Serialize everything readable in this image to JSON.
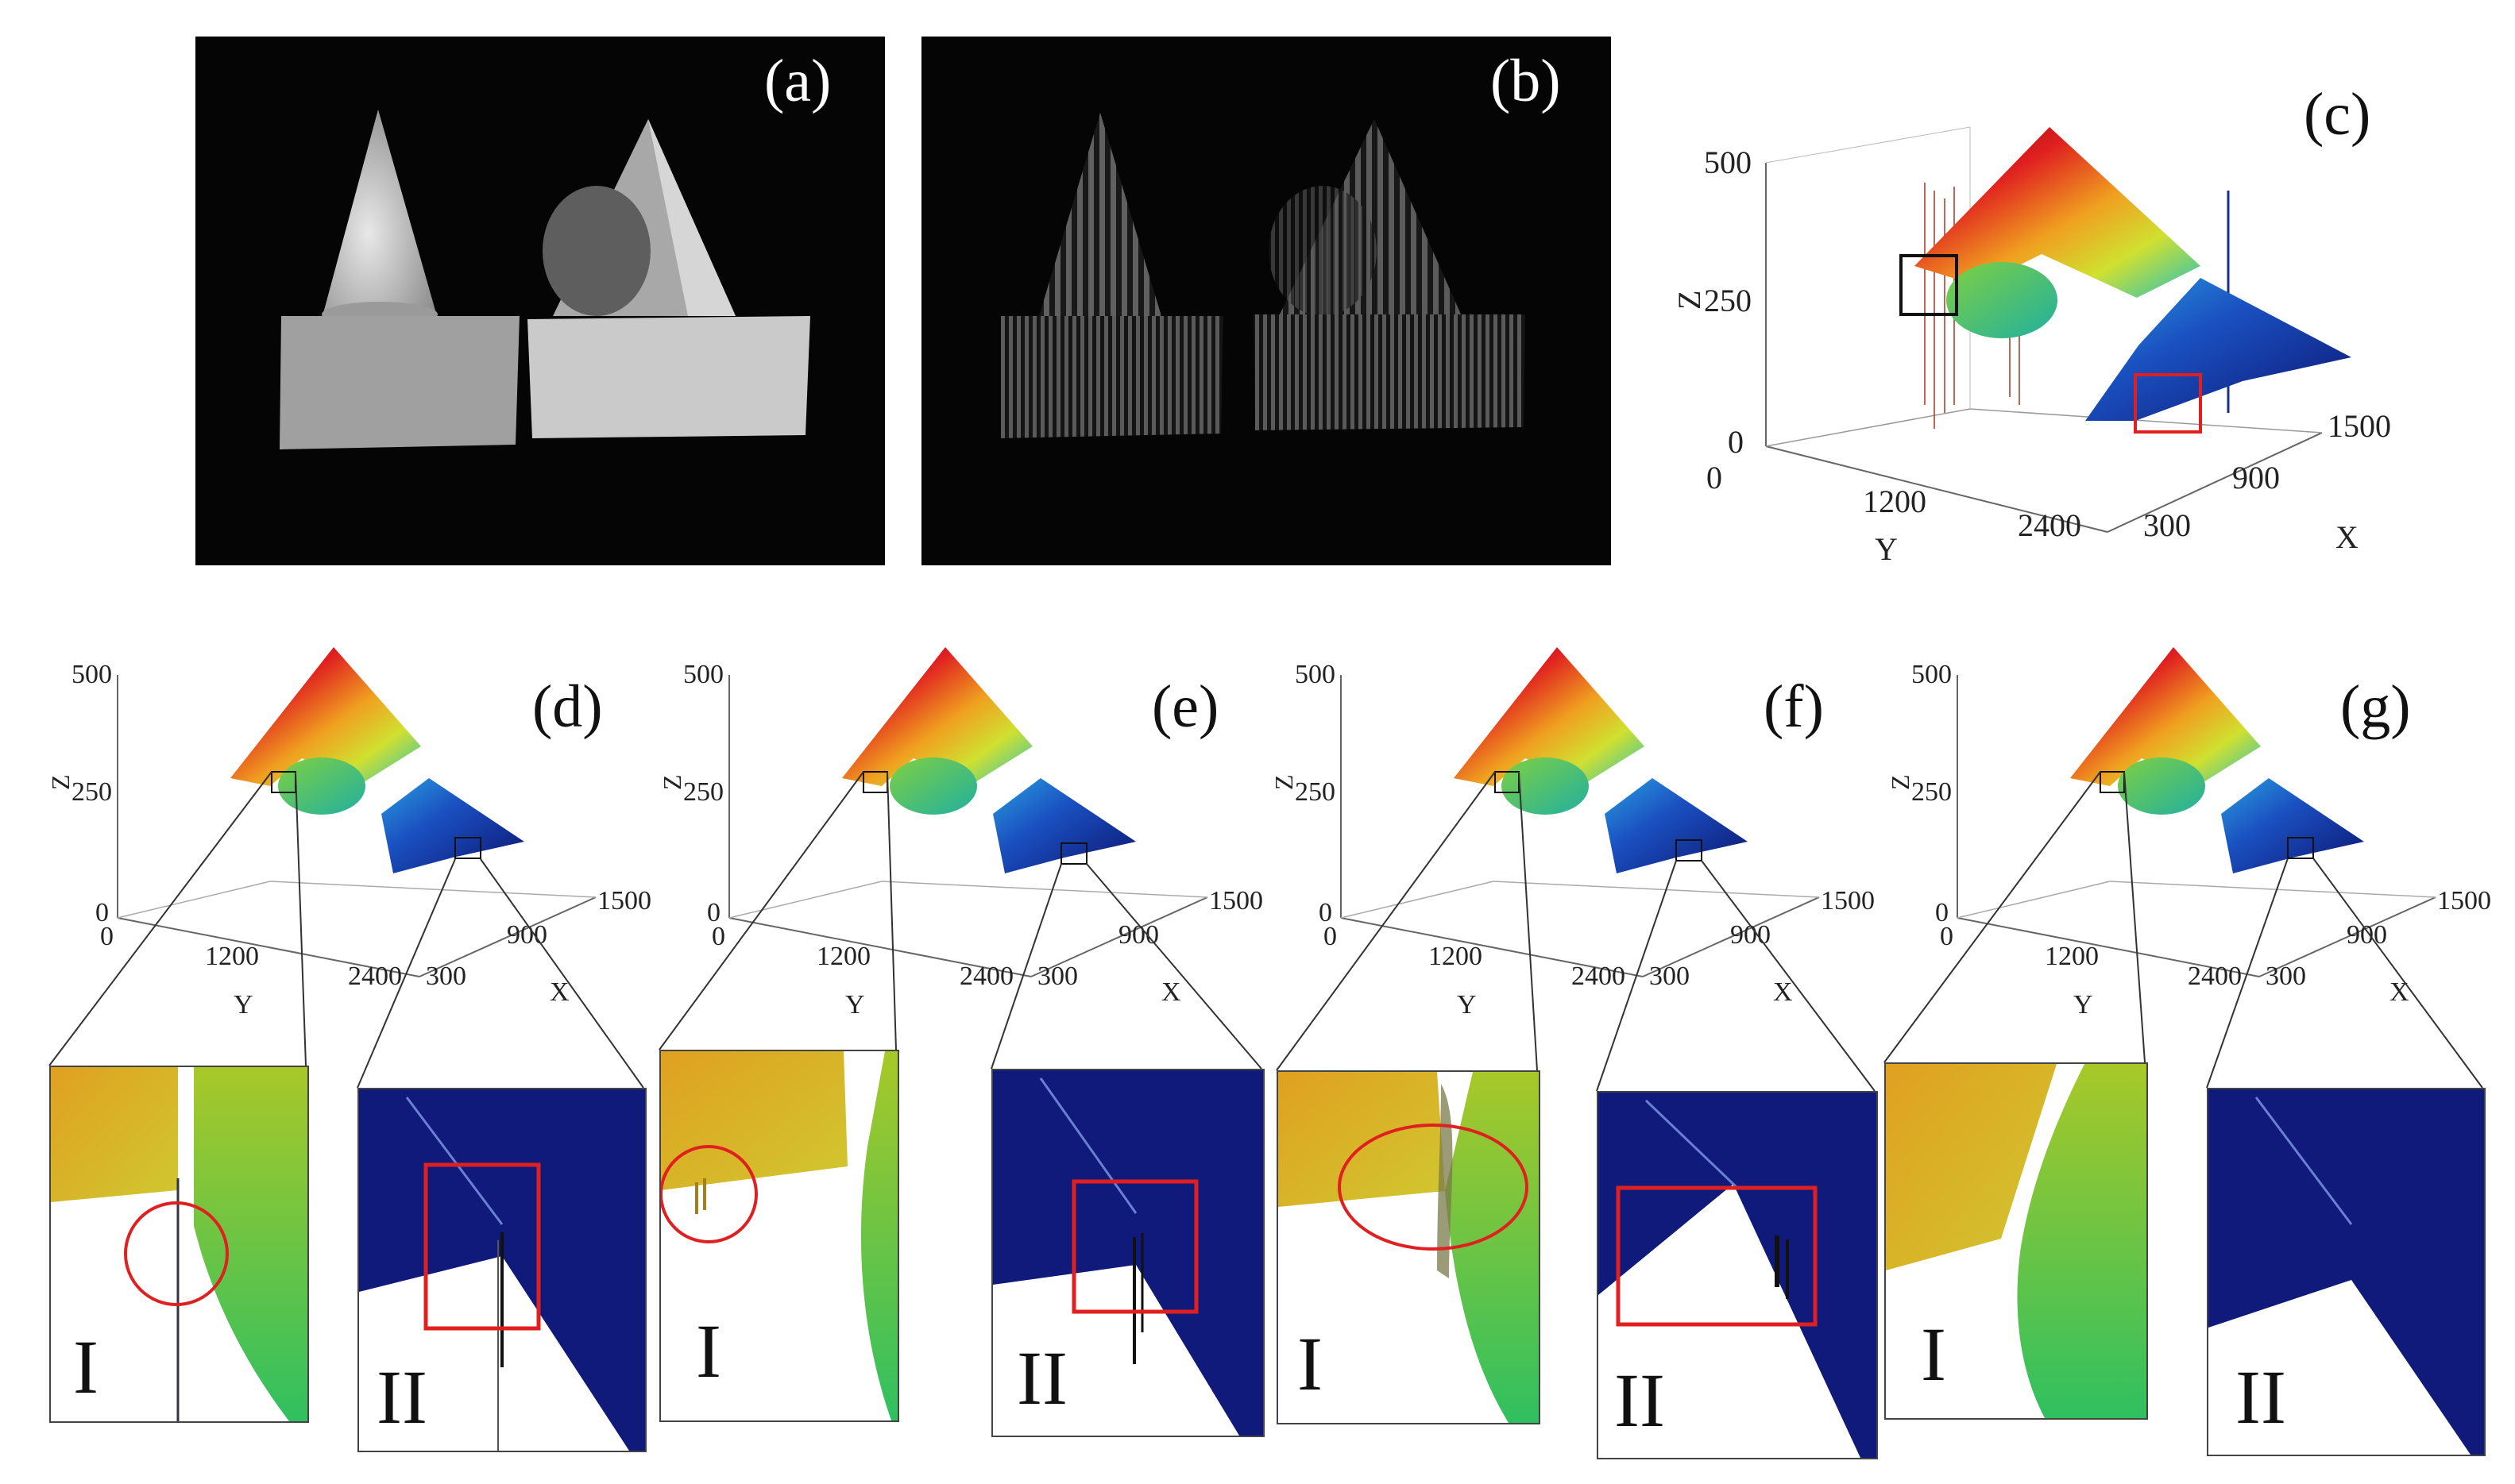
{
  "figure": {
    "panels": [
      {
        "label": "(a)"
      },
      {
        "label": "(b)"
      },
      {
        "label": "(c)"
      },
      {
        "label": "(d)"
      },
      {
        "label": "(e)"
      },
      {
        "label": "(f)"
      },
      {
        "label": "(g)"
      }
    ],
    "axes_large": {
      "z_label": "Z",
      "y_label": "Y",
      "x_label": "X",
      "z_ticks": [
        "500",
        "250",
        "0"
      ],
      "y_ticks": [
        "0",
        "1200",
        "2400"
      ],
      "x_ticks": [
        "300",
        "900",
        "1500"
      ]
    },
    "axes_small": {
      "z_label": "Z",
      "y_label": "Y",
      "x_label": "X",
      "z_ticks": [
        "500",
        "250",
        "0"
      ],
      "y_ticks": [
        "0",
        "1200",
        "2400"
      ],
      "x_ticks": [
        "300",
        "900",
        "1500"
      ]
    },
    "zoom_labels": {
      "region_1": "I",
      "region_2": "II"
    },
    "colors": {
      "colormap": [
        "#8b0000",
        "#e02020",
        "#f08020",
        "#f0d020",
        "#70d040",
        "#20c0b0",
        "#2060d0",
        "#102080"
      ],
      "highlight_box_red": "#e02020",
      "highlight_box_black": "#111111",
      "zoom_blue": "#0f1a7a"
    }
  }
}
